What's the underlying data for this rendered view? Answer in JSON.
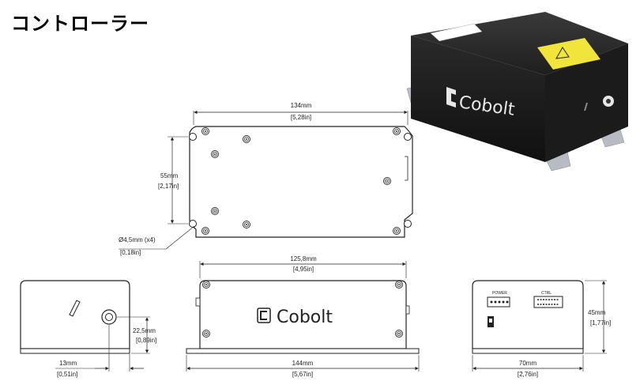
{
  "title": "コントローラー",
  "brand": "Cobolt",
  "top_view": {
    "width_mm": "134mm",
    "width_in": "[5,28in]",
    "height_mm": "55mm",
    "height_in": "[2,17in]",
    "hole_mm": "Ø4,5mm (x4)",
    "hole_in": "[0,18in]"
  },
  "front_view": {
    "width_mm": "125,8mm",
    "width_in": "[4,95in]",
    "base_mm": "144mm",
    "base_in": "[5,67in]"
  },
  "left_view": {
    "aperture_height_mm": "22,5mm",
    "aperture_height_in": "[0,89in]",
    "aperture_offset_mm": "13mm",
    "aperture_offset_in": "[0,51in]"
  },
  "right_view": {
    "height_mm": "45mm",
    "height_in": "[1,77in]",
    "width_mm": "70mm",
    "width_in": "[2,76in]",
    "power_label": "POWER",
    "ctrl_label": "CTRL"
  }
}
